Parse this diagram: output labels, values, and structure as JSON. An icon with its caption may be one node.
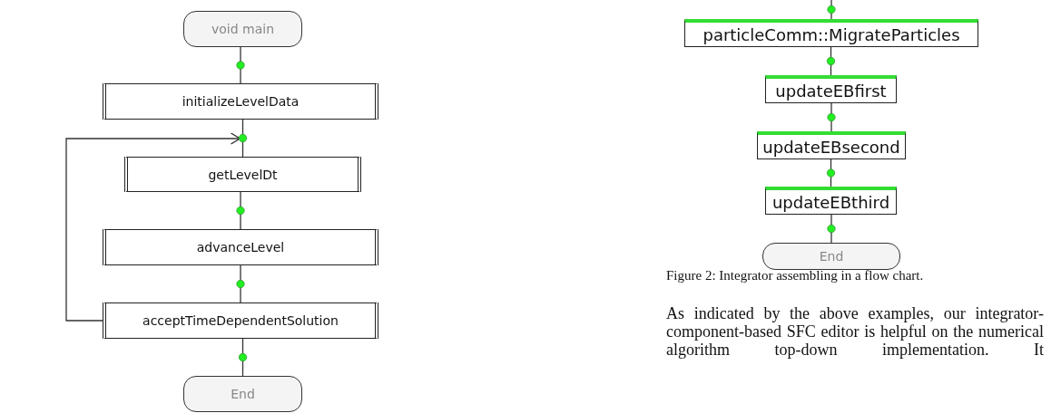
{
  "diagram": {
    "caption": "Figure 2: Integrator assembling in a flow chart.",
    "nodes": [
      {
        "text": [
          "void main"
        ]
      },
      {
        "text": [
          "initializeLevelData"
        ]
      },
      {
        "text": [
          "getLevelDt"
        ]
      },
      {
        "text": [
          "advanceLevel"
        ]
      },
      {
        "text": [
          "acceptTimeDependentSolution"
        ]
      },
      {
        "text": [
          "End"
        ]
      },
      {
        "text": [
          "particleComm::MigrateParticles"
        ]
      },
      {
        "text": [
          "updateEBfirst"
        ]
      },
      {
        "text": [
          "updateEBsecond"
        ]
      },
      {
        "text": [
          "updateEBthird"
        ]
      },
      {
        "text": [
          "End"
        ]
      }
    ],
    "edges": [
      {
        "from": 0,
        "to": 1,
        "arrow": "none"
      },
      {
        "from": 1,
        "to": 2,
        "arrow": "none"
      },
      {
        "from": 2,
        "to": 3,
        "arrow": "none"
      },
      {
        "from": 3,
        "to": 4,
        "arrow": "none"
      },
      {
        "from": 4,
        "to": 5,
        "arrow": "none"
      },
      {
        "from": 4,
        "to": 2,
        "arrow": "to"
      },
      {
        "from": null,
        "to": 6,
        "arrow": "none"
      },
      {
        "from": 6,
        "to": 7,
        "arrow": "none"
      },
      {
        "from": 7,
        "to": 8,
        "arrow": "none"
      },
      {
        "from": 8,
        "to": 9,
        "arrow": "none"
      },
      {
        "from": 9,
        "to": 10,
        "arrow": "none"
      }
    ],
    "labels": [
      "As indicated by the above examples, our integrator-component-based SFC editor is helpful on the numerical algorithm top-down implementation. It"
    ]
  }
}
